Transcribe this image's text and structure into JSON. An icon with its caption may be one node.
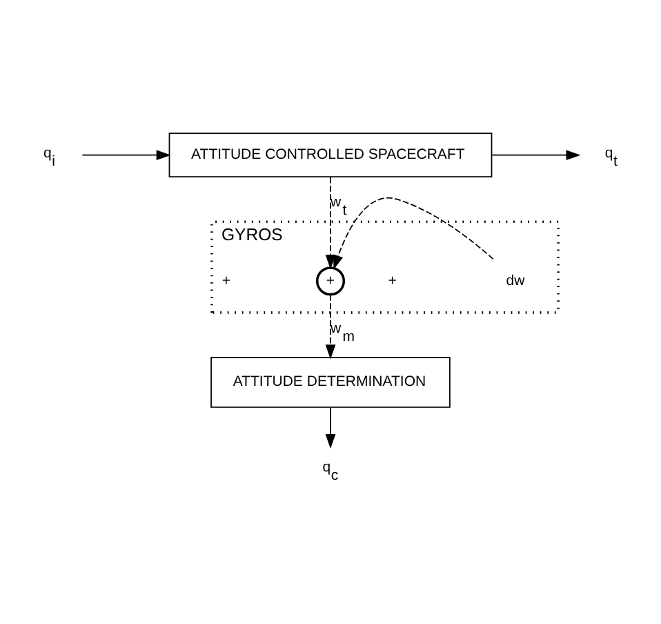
{
  "diagram": {
    "nodes": [
      {
        "text": [
          "q$_{i}$"
        ]
      },
      {
        "text": [
          "ATTITUDE CONTROLLED SPACECRAFT"
        ]
      },
      {
        "text": [
          "q$_{t}$"
        ]
      },
      {
        "text": [
          "GYROS"
        ]
      },
      {
        "text": [
          "+"
        ],
        "in": 3
      },
      {
        "text": [
          "dw"
        ],
        "in": 3
      },
      {
        "text": [
          "ATTITUDE DETERMINATION"
        ]
      },
      {
        "text": [
          "q$_{c}$"
        ]
      }
    ],
    "edges": [
      {
        "from": 0,
        "to": 1,
        "arrow": "to"
      },
      {
        "from": 1,
        "to": 2,
        "arrow": "to"
      },
      {
        "from": 1,
        "to": 4,
        "arrow": "to",
        "label": "w$_{t}$",
        "style": "dashed"
      },
      {
        "from": 5,
        "to": 4,
        "arrow": "to",
        "style": "dashed"
      },
      {
        "from": 4,
        "to": 6,
        "arrow": "to",
        "label": "w$_{m}$",
        "style": "dashed"
      },
      {
        "from": 6,
        "to": 7,
        "arrow": "to"
      }
    ],
    "labels": [
      "+",
      "+"
    ]
  }
}
